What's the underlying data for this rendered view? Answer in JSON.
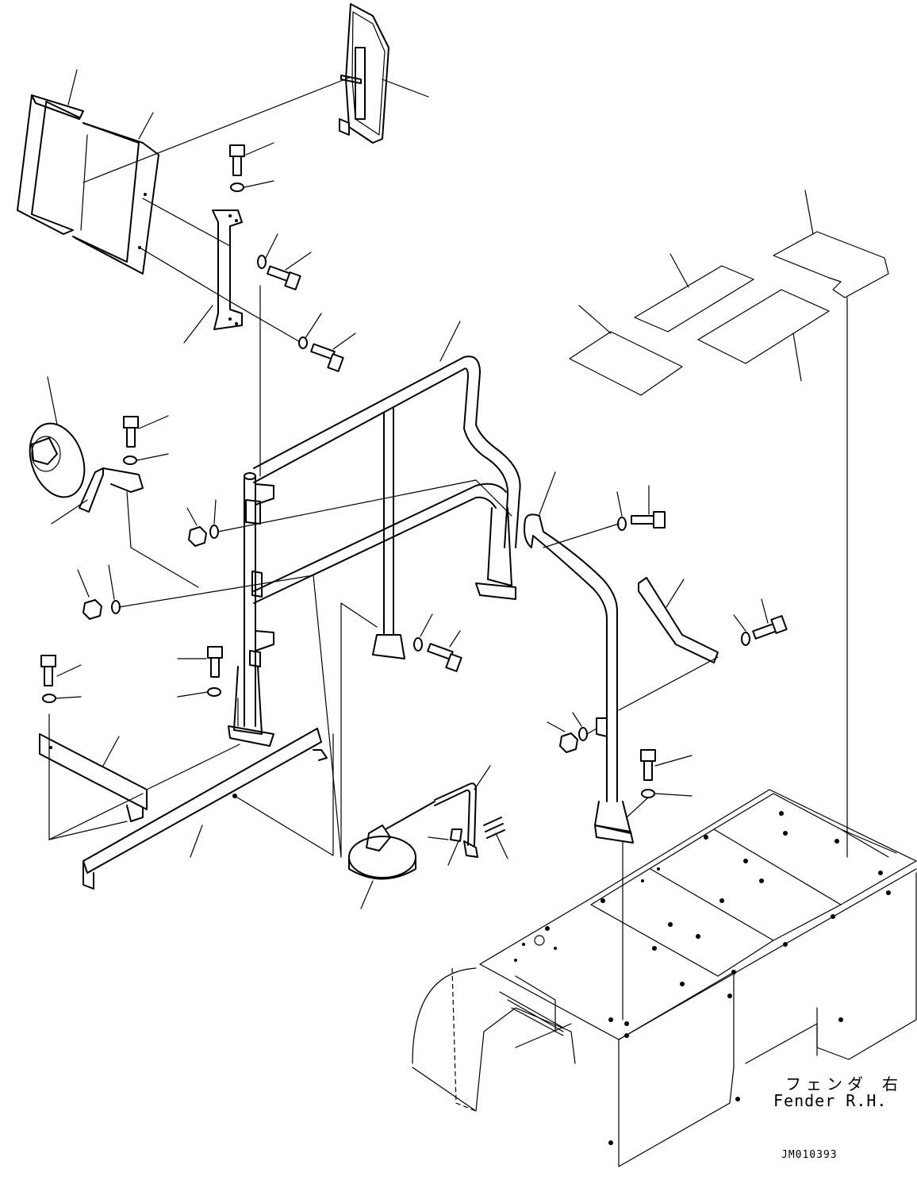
{
  "labels": {
    "fender_jp": "フェンダ 右",
    "fender_en": "Fender R.H.",
    "drawing_number": "JM010393"
  }
}
